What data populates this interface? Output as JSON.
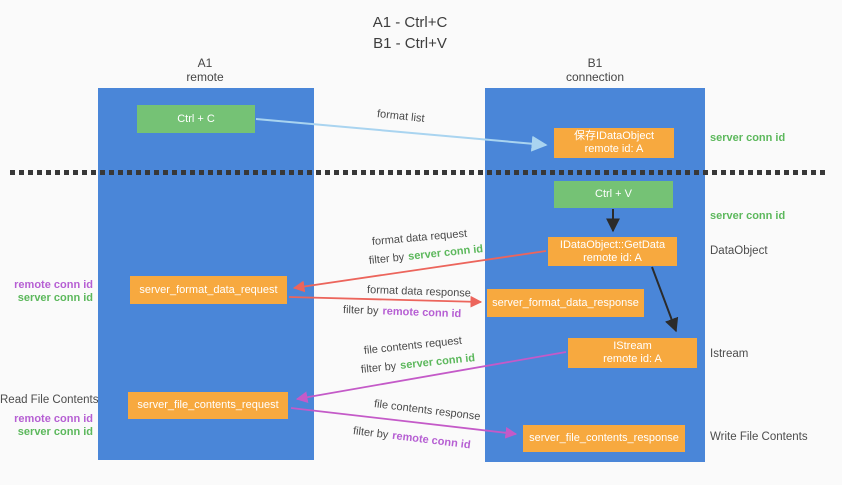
{
  "title": {
    "line1": "A1 - Ctrl+C",
    "line2": "B1 - Ctrl+V"
  },
  "lanes": {
    "left": {
      "name": "A1",
      "role": "remote"
    },
    "right": {
      "name": "B1",
      "role": "connection"
    }
  },
  "nodes": {
    "ctrl_c": "Ctrl + C",
    "ctrl_v": "Ctrl + V",
    "save_idataobject": {
      "line1": "保存IDataObject",
      "line2": "remote id: A"
    },
    "getdata": {
      "line1": "IDataObject::GetData",
      "line2": "remote id: A"
    },
    "istream": {
      "line1": "IStream",
      "line2": "remote id: A"
    },
    "format_request": "server_format_data_request",
    "format_response": "server_format_data_response",
    "file_request": "server_file_contents_request",
    "file_response": "server_file_contents_response"
  },
  "arrow_labels": {
    "format_list": "format list",
    "format_data_request": "format data request",
    "format_data_response": "format data response",
    "file_contents_request": "file contents request",
    "file_contents_response": "file contents response",
    "filter_by": "filter by",
    "server_conn_id": "server conn id",
    "remote_conn_id": "remote conn id"
  },
  "annotations": {
    "right_server_conn_top": "server conn id",
    "right_server_conn_mid": "server conn id",
    "dataobject": "DataObject",
    "istream": "Istream",
    "write_file_contents": "Write File Contents",
    "left_remote_conn_1": "remote conn id",
    "left_server_conn_1": "server conn id",
    "read_file_contents": "Read File Contents",
    "left_remote_conn_2": "remote conn id",
    "left_server_conn_2": "server conn id"
  },
  "colors": {
    "lane_blue": "#4a86d8",
    "box_green": "#75c275",
    "box_orange": "#f7a93f",
    "arrow_blue": "#a9d4f0",
    "arrow_red": "#ec655c",
    "arrow_magenta": "#c45ac8",
    "arrow_black": "#2b2b2b",
    "text_green": "#5cb85c",
    "text_purple": "#b65fd3"
  }
}
